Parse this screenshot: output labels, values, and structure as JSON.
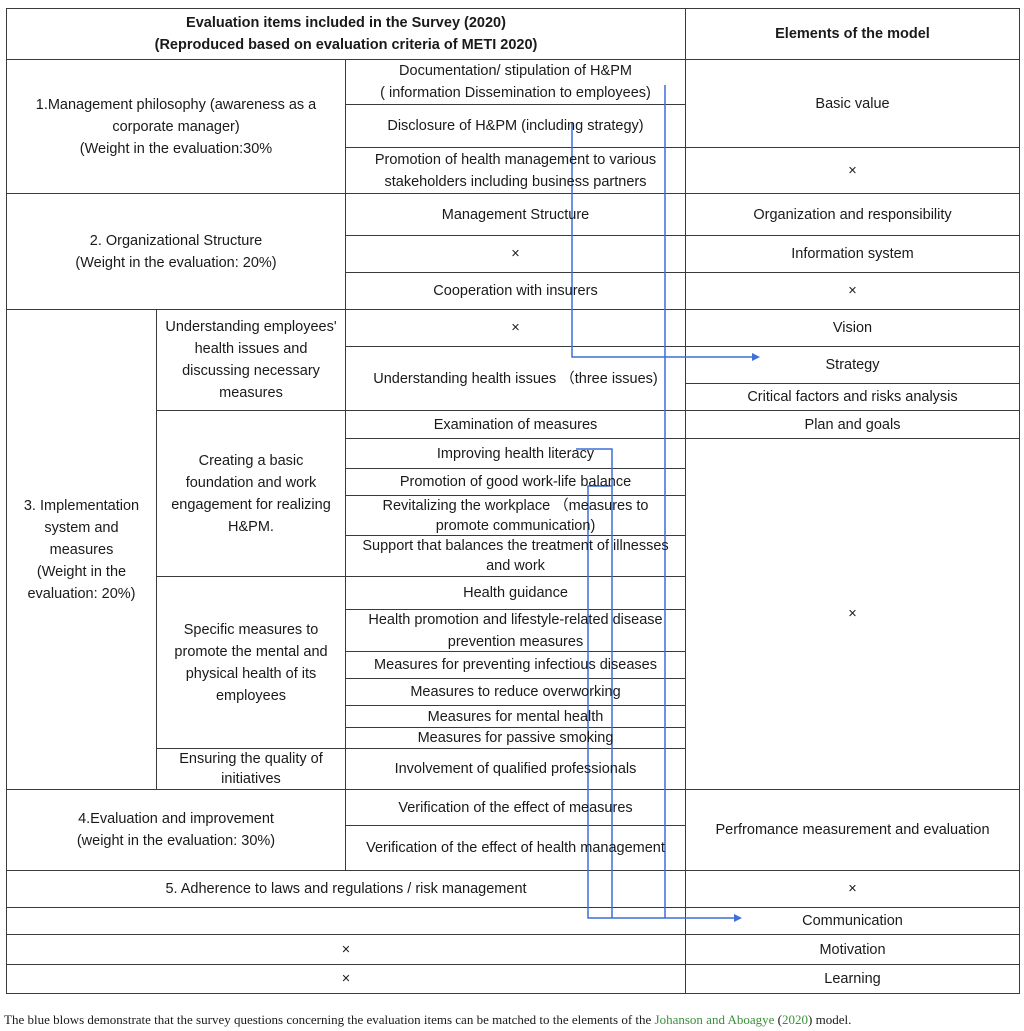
{
  "header": {
    "left_line1": "Evaluation items included in the Survey (2020)",
    "left_line2": "(Reproduced based on evaluation criteria of  METI 2020)",
    "right": "Elements of the model"
  },
  "s1": {
    "line1": "1.Management philosophy (awareness as a",
    "line2": "corporate manager)",
    "line3": "(Weight in the evaluation:30%",
    "item1_line1": "Documentation/ stipulation of H&PM",
    "item1_line2": "( information Dissemination to employees)",
    "item2": "Disclosure of H&PM (including strategy)",
    "item3_line1": "Promotion  of health management to various",
    "item3_line2": "stakeholders including business partners",
    "elem1": "Basic value",
    "elem2": "×"
  },
  "s2": {
    "line1": "2. Organizational Structure",
    "line2": "(Weight in the evaluation: 20%)",
    "item1": "Management Structure",
    "item2": "×",
    "item3": "Cooperation with  insurers",
    "elem1": "Organization and responsibility",
    "elem2": "Information system",
    "elem3": "×"
  },
  "s3": {
    "line1": "3. Implementation",
    "line2": "system and",
    "line3": "measures",
    "line4": "(Weight in the",
    "line5": "evaluation: 20%)",
    "sub1": {
      "line1": "Understanding employees'",
      "line2": "health issues and",
      "line3": "discussing necessary",
      "line4": "measures",
      "item1": "×",
      "item2": "Understanding health issues （three issues)",
      "elem1": "Vision",
      "elem2": "Strategy",
      "elem3": "Critical factors and risks analysis"
    },
    "sub2": {
      "line1": "Creating a basic",
      "line2": "foundation and work",
      "line3": "engagement for realizing",
      "line4": "H&PM.",
      "item1": "Examination of measures",
      "item2": "Improving health literacy",
      "item3": "Promotion of good work-life balance",
      "item4_line1": "Revitalizing the workplace （measures to",
      "item4_line2": "promote  communication)",
      "item5_line1": "Support that balances the treatment of illnesses",
      "item5_line2": "and work",
      "elem1": "Plan and goals",
      "elem_rest": "×"
    },
    "sub3": {
      "line1": "Specific measures to",
      "line2": "promote the mental and",
      "line3": "physical health of its",
      "line4": "employees",
      "item1": "Health guidance",
      "item2_line1": "Health promotion and lifestyle-related disease",
      "item2_line2": "prevention measures",
      "item3": "Measures for preventing infectious diseases",
      "item4": "Measures to reduce overworking",
      "item5": "Measures for mental health",
      "item6": "Measures for passive smoking"
    },
    "sub4": {
      "line1": "Ensuring the quality of",
      "line2": "initiatives",
      "item1": "Involvement of qualified professionals"
    }
  },
  "s4": {
    "line1": "4.Evaluation and improvement",
    "line2": "(weight in the evaluation: 30%)",
    "item1": "Verification of the effect of measures",
    "item2": "Verification of the effect of health management",
    "elem1": "Perfromance measurement and evaluation"
  },
  "s5": {
    "label": "5. Adherence to laws and regulations / risk management",
    "elem1": "×"
  },
  "tail": {
    "elem_comm": "Communication",
    "row_motivation_left": "×",
    "elem_motivation": "Motivation",
    "row_learning_left": "×",
    "elem_learning": "Learning"
  },
  "caption": {
    "pre": "The blue blows demonstrate that the survey questions concerning the evaluation items can be matched to the elements of the ",
    "ref_name": "Johanson and Aboagye",
    "paren_open": " (",
    "ref_year": "2020",
    "post": ") model."
  },
  "colors": {
    "grid": "#3a3a3a",
    "arrow": "#3f6fd8",
    "ref": "#3a8f3a"
  }
}
